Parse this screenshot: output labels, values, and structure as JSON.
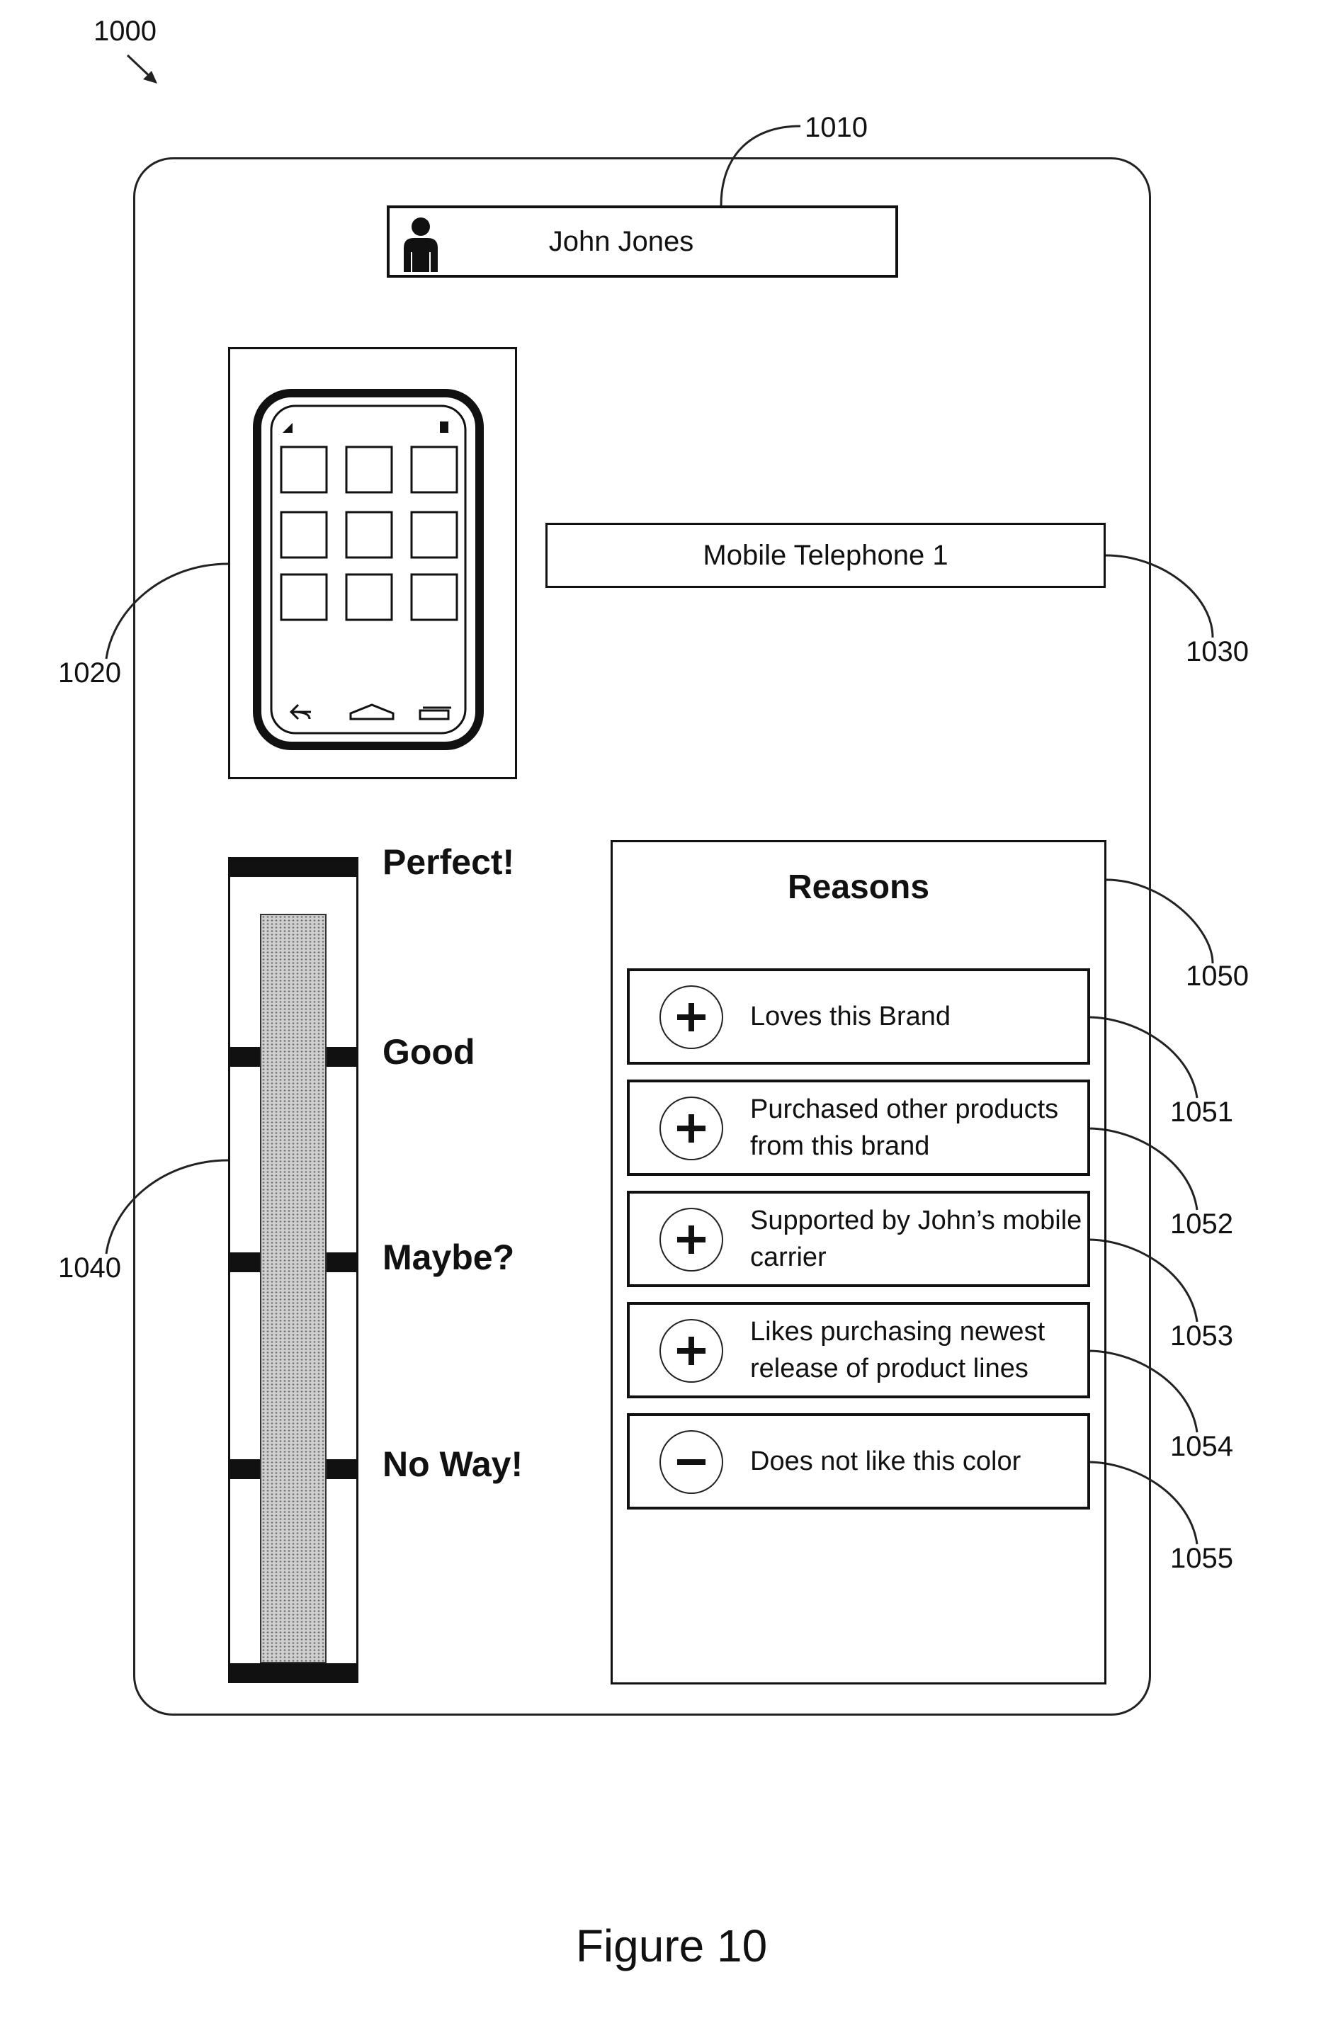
{
  "figure_ref": "1000",
  "caption": "Figure 10",
  "user": {
    "name": "John Jones",
    "ref": "1010"
  },
  "device": {
    "ref": "1020"
  },
  "product": {
    "label": "Mobile Telephone 1",
    "ref": "1030"
  },
  "rating_scale": {
    "ref": "1040",
    "levels": [
      "Perfect!",
      "Good",
      "Maybe?",
      "No Way!"
    ],
    "fill_level_fraction": 0.93
  },
  "reasons": {
    "ref": "1050",
    "title": "Reasons",
    "items": [
      {
        "sign": "plus",
        "line1": "Loves this Brand",
        "line2": "",
        "ref": "1051"
      },
      {
        "sign": "plus",
        "line1": "Purchased other products",
        "line2": "from this brand",
        "ref": "1052"
      },
      {
        "sign": "plus",
        "line1": "Supported by John’s mobile",
        "line2": "carrier",
        "ref": "1053"
      },
      {
        "sign": "plus",
        "line1": "Likes purchasing newest",
        "line2": "release of product lines",
        "ref": "1054"
      },
      {
        "sign": "minus",
        "line1": "Does not like this color",
        "line2": "",
        "ref": "1055"
      }
    ]
  }
}
